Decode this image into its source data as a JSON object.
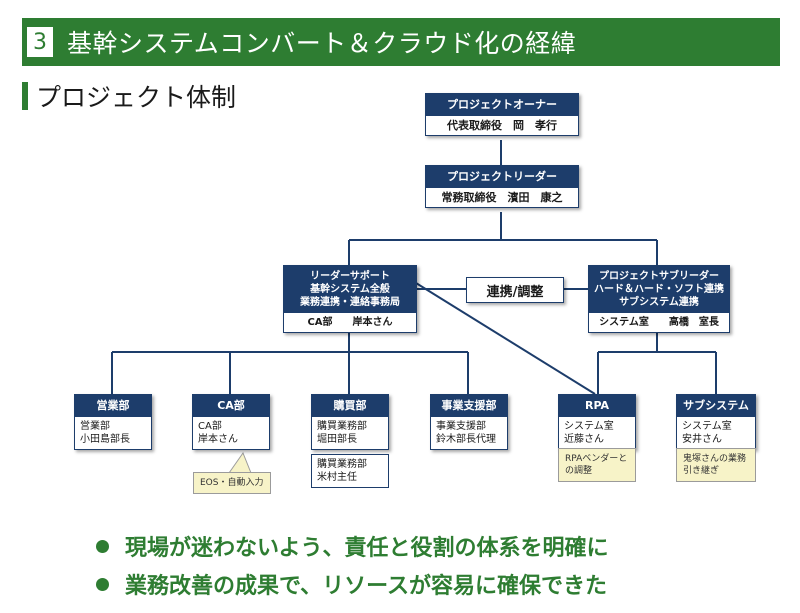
{
  "header": {
    "number": "3",
    "title": "基幹システムコンバート＆クラウド化の経緯"
  },
  "subtitle": "プロジェクト体制",
  "org": {
    "owner": {
      "title": "プロジェクトオーナー",
      "lines": [
        "代表取締役　岡　孝行"
      ]
    },
    "leader": {
      "title": "プロジェクトリーダー",
      "lines": [
        "常務取締役　濱田　康之"
      ]
    },
    "support": {
      "title_lines": [
        "リーダーサポート",
        "基幹システム全般",
        "業務連携・連絡事務局"
      ],
      "lines": [
        "CA部　　岸本さん"
      ]
    },
    "sub_leader": {
      "title_lines": [
        "プロジェクトサブリーダー",
        "ハード＆ハード・ソフト連携",
        "サブシステム連携"
      ],
      "lines": [
        "システム室　　高橋　室長"
      ]
    },
    "link_label": "連携/調整",
    "teams": [
      {
        "title": "営業部",
        "lines": [
          "営業部",
          "小田島部長"
        ]
      },
      {
        "title": "CA部",
        "lines": [
          "CA部",
          "岸本さん"
        ]
      },
      {
        "title": "購買部",
        "lines": [
          "購買業務部",
          "堀田部長"
        ],
        "extra_lines": [
          "購買業務部",
          "米村主任"
        ]
      },
      {
        "title": "事業支援部",
        "lines": [
          "事業支援部",
          "鈴木部長代理"
        ]
      },
      {
        "title": "RPA",
        "lines": [
          "システム室",
          "近藤さん"
        ]
      },
      {
        "title": "サブシステム",
        "lines": [
          "システム室",
          "安井さん"
        ]
      }
    ],
    "notes": {
      "ca": [
        "EOS・自動入力"
      ],
      "rpa": [
        "RPAベンダーと",
        "の調整"
      ],
      "sub": [
        "鬼塚さんの業務",
        "引き継ぎ"
      ]
    }
  },
  "bullets": [
    "現場が迷わないよう、責任と役割の体系を明確に",
    "業務改善の成果で、リソースが容易に確保できた"
  ],
  "colors": {
    "green": "#2e7d32",
    "navy": "#1d3d6b",
    "note_bg": "#f7f3c8"
  }
}
